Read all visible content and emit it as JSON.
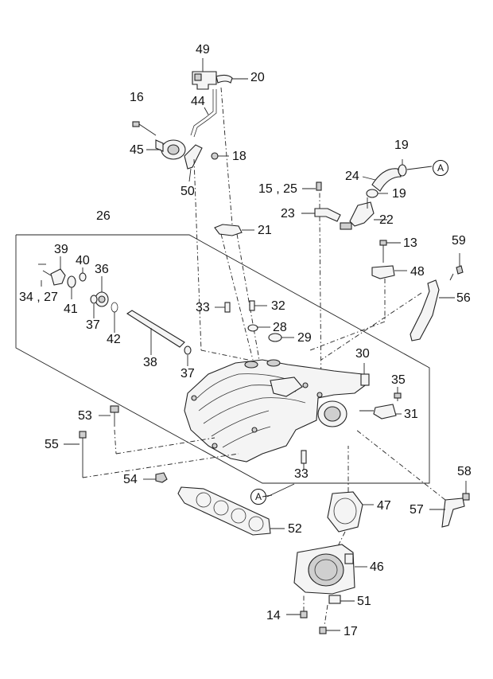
{
  "labels": {
    "p49": "49",
    "p20": "20",
    "p16": "16",
    "p44": "44",
    "p45": "45",
    "p18": "18",
    "p50": "50",
    "p19a": "19",
    "p24": "24",
    "p19b": "19",
    "p15_25": "15 , 25",
    "p23": "23",
    "p22": "22",
    "p26": "26",
    "p21": "21",
    "p13": "13",
    "p59": "59",
    "p39": "39",
    "p40": "40",
    "p36": "36",
    "p48": "48",
    "p56": "56",
    "p34_27": "34 , 27",
    "p41": "41",
    "p37a": "37",
    "p42": "42",
    "p33a": "33",
    "p32": "32",
    "p28": "28",
    "p29": "29",
    "p38": "38",
    "p37b": "37",
    "p30": "30",
    "p35": "35",
    "p31": "31",
    "p53": "53",
    "p55": "55",
    "p33b": "33",
    "p54": "54",
    "p58": "58",
    "p47": "47",
    "p57": "57",
    "p52": "52",
    "p46": "46",
    "p51": "51",
    "p14": "14",
    "p17": "17"
  },
  "refs": {
    "a_top": "A",
    "a_bottom": "A"
  },
  "colors": {
    "line": "#222222",
    "fill": "#f4f4f4",
    "shade": "#cfcfcf"
  }
}
